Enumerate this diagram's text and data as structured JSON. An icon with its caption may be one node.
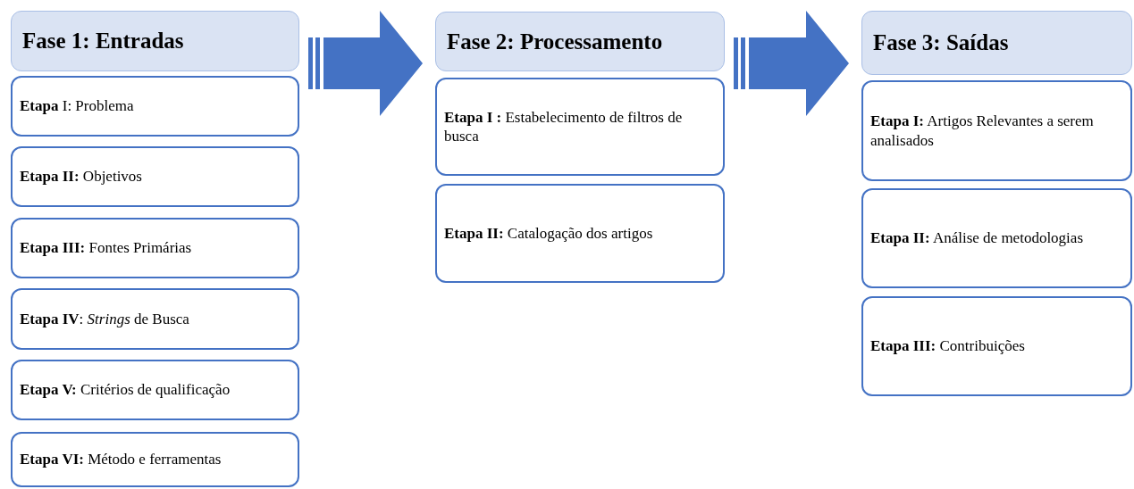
{
  "diagram": {
    "nodes": [
      {
        "text": [
          "Fase 1: Entradas"
        ]
      },
      {
        "text": [
          "**Etapa** I: Problema"
        ]
      },
      {
        "text": [
          "**Etapa II:** Objetivos"
        ]
      },
      {
        "text": [
          "**Etapa III:** Fontes Primárias"
        ]
      },
      {
        "text": [
          "**Etapa IV**: *Strings* de Busca"
        ]
      },
      {
        "text": [
          "**Etapa V:** Critérios de qualificação"
        ]
      },
      {
        "text": [
          "**Etapa VI:** Método e ferramentas"
        ]
      },
      {
        "text": [
          "Fase 2: Processamento"
        ]
      },
      {
        "text": [
          "**Etapa I :** Estabelecimento de filtros de busca"
        ]
      },
      {
        "text": [
          "**Etapa II:** Catalogação dos artigos"
        ]
      },
      {
        "text": [
          "Fase 3: Saídas"
        ]
      },
      {
        "text": [
          "**Etapa I:** Artigos Relevantes a serem analisados"
        ]
      },
      {
        "text": [
          "**Etapa II:** Análise de metodologias"
        ]
      },
      {
        "text": [
          "**Etapa III:** Contribuições"
        ]
      }
    ],
    "edges": [
      {
        "from": 0,
        "to": 7,
        "arrow": "to"
      },
      {
        "from": 7,
        "to": 10,
        "arrow": "to"
      }
    ]
  }
}
